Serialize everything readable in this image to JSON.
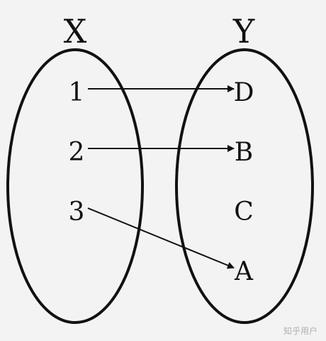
{
  "sets": {
    "domain": {
      "name": "X",
      "elements": [
        "1",
        "2",
        "3"
      ]
    },
    "codomain": {
      "name": "Y",
      "elements": [
        "D",
        "B",
        "C",
        "A"
      ]
    }
  },
  "mappings": [
    {
      "from": "1",
      "to": "D"
    },
    {
      "from": "2",
      "to": "B"
    },
    {
      "from": "3",
      "to": "A"
    }
  ],
  "watermark": "知乎用户",
  "colors": {
    "background": "#f3f3f3",
    "stroke": "#111111",
    "watermark": "#b0b0b0"
  }
}
